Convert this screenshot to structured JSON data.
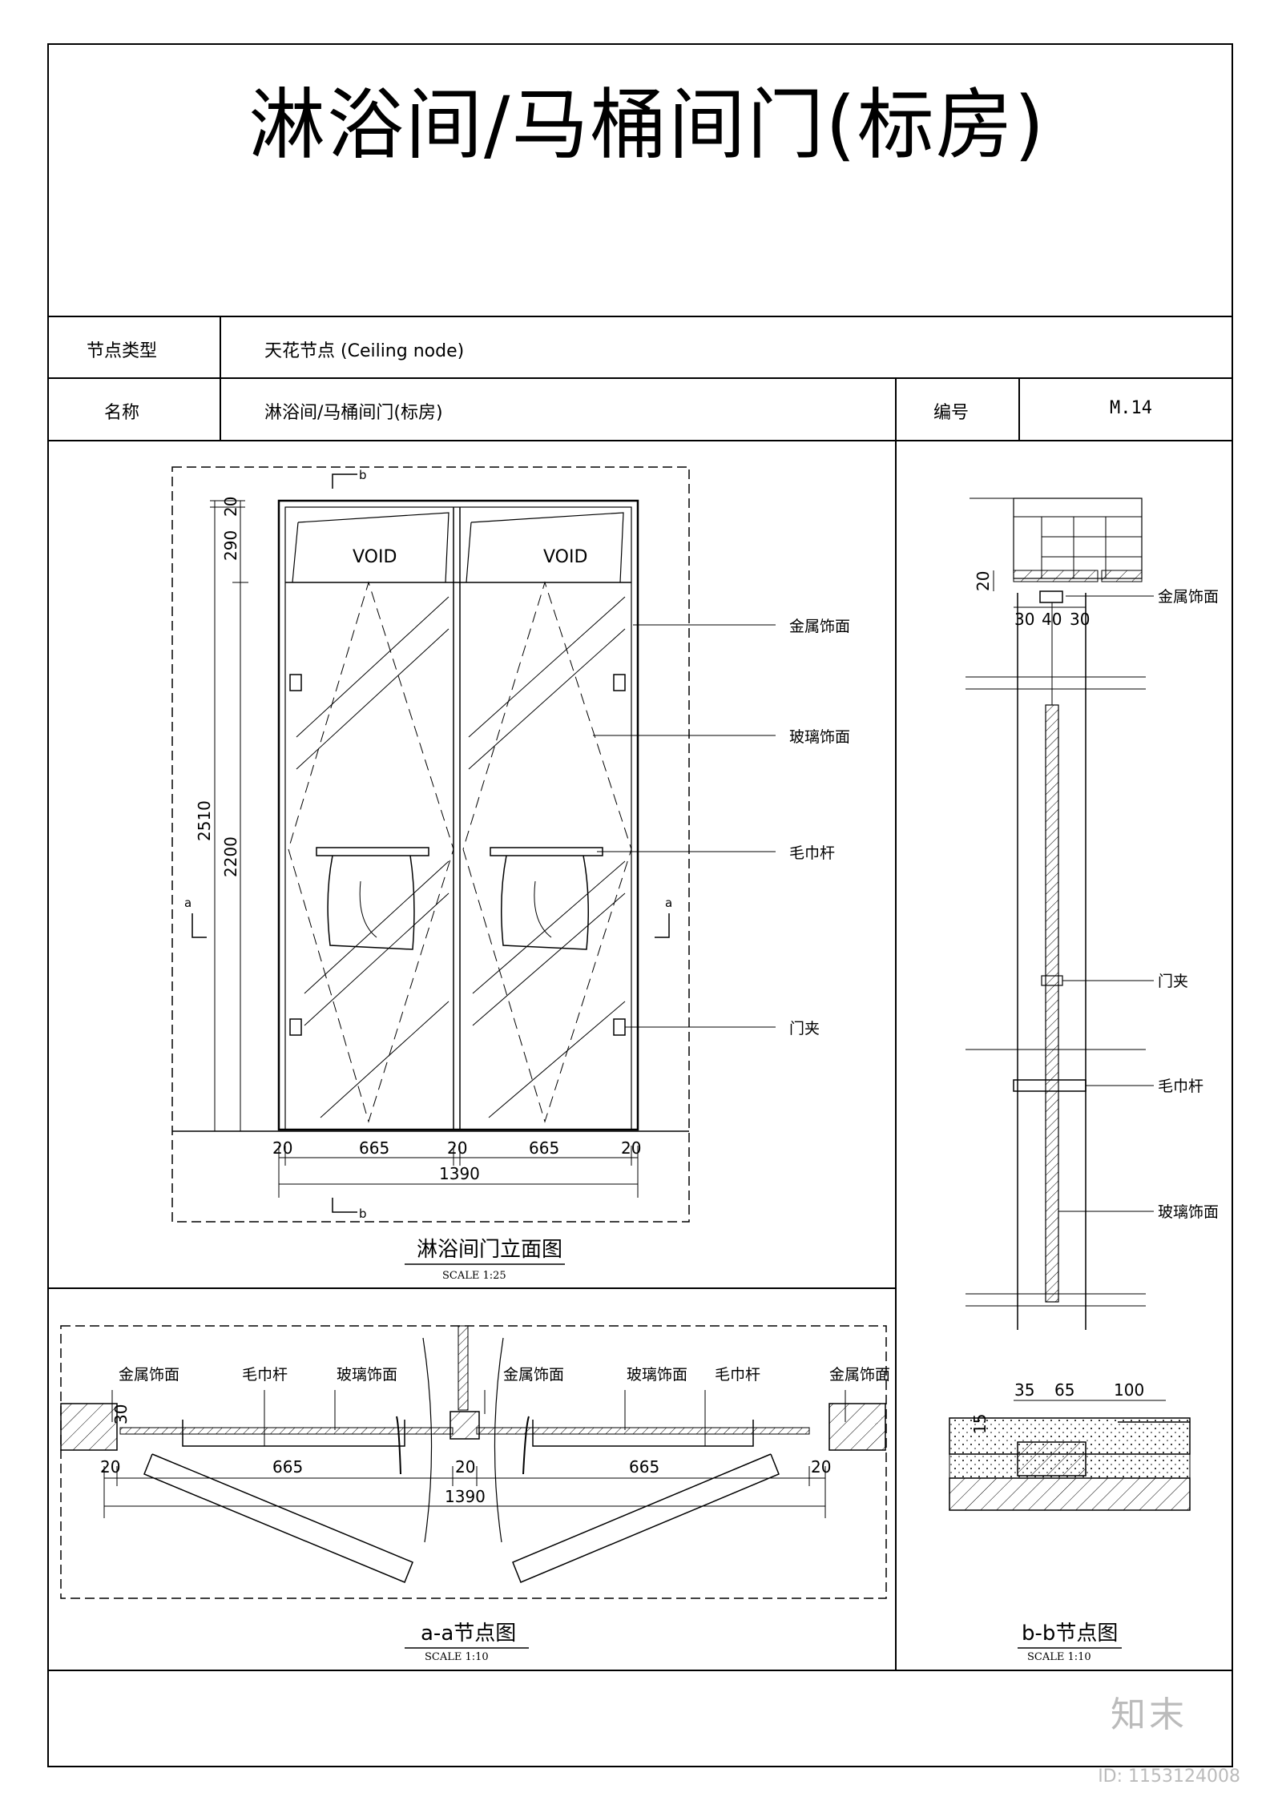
{
  "title": "淋浴间/马桶间门(标房)",
  "info": {
    "node_type_label": "节点类型",
    "node_type_value": "天花节点 (Ceiling node)",
    "name_label": "名称",
    "name_value": "淋浴间/马桶间门(标房)",
    "code_label": "编号",
    "code_value": "M.14"
  },
  "elevation": {
    "caption": "淋浴间门立面图",
    "scale": "SCALE    1:25",
    "void_left": "VOID",
    "void_right": "VOID",
    "section_b_top": "b",
    "section_b_bottom": "b",
    "section_a_left": "a",
    "section_a_right": "a",
    "dims_vertical": [
      "20",
      "290",
      "2510",
      "2200"
    ],
    "dims_horizontal": [
      "20",
      "665",
      "20",
      "665",
      "20"
    ],
    "dim_total": "1390",
    "labels": [
      "金属饰面",
      "玻璃饰面",
      "毛巾杆",
      "门夹"
    ]
  },
  "plan_aa": {
    "caption": "a-a节点图",
    "scale": "SCALE    1:10",
    "labels": [
      "金属饰面",
      "毛巾杆",
      "玻璃饰面",
      "金属饰面",
      "玻璃饰面",
      "毛巾杆",
      "金属饰面"
    ],
    "dim_30": "30",
    "dims_horizontal": [
      "20",
      "665",
      "20",
      "665",
      "20"
    ],
    "dim_total": "1390"
  },
  "section_bb": {
    "caption": "b-b节点图",
    "scale": "SCALE    1:10",
    "dims_top": [
      "20",
      "30",
      "40",
      "30"
    ],
    "dims_bottom": [
      "35",
      "65",
      "100",
      "15"
    ],
    "labels": [
      "金属饰面",
      "门夹",
      "毛巾杆",
      "玻璃饰面"
    ]
  },
  "watermark": "知末",
  "watermark_id": "ID: 1153124008"
}
